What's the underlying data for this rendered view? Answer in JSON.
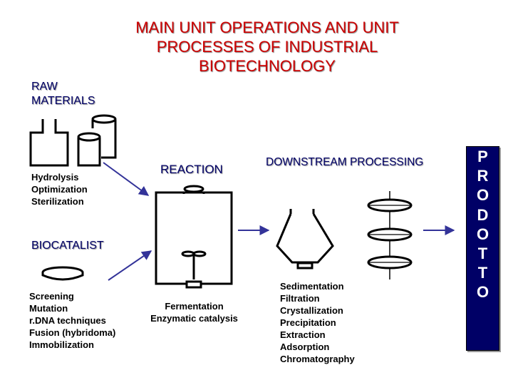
{
  "title": [
    "MAIN UNIT OPERATIONS AND UNIT",
    "PROCESSES OF INDUSTRIAL",
    "BIOTECHNOLOGY"
  ],
  "raw_materials": [
    "RAW",
    "MATERIALS"
  ],
  "raw_steps": [
    "Hydrolysis",
    "Optimization",
    "Sterilization"
  ],
  "biocatalist": "BIOCATALIST",
  "biocatalist_steps": [
    "Screening",
    "Mutation",
    "r.DNA techniques",
    "Fusion (hybridoma)",
    "Immobilization"
  ],
  "reaction": "REACTION",
  "reaction_steps": [
    "Fermentation",
    "Enzymatic catalysis"
  ],
  "downstream": "DOWNSTREAM PROCESSING",
  "downstream_steps": [
    "Sedimentation",
    "Filtration",
    "Crystallization",
    "Precipitation",
    "Extraction",
    "Adsorption",
    "Chromatography"
  ],
  "product_letters": [
    "P",
    "R",
    "O",
    "D",
    "O",
    "T",
    "T",
    "O"
  ],
  "colors": {
    "title": "#cc0000",
    "labels": "#000066",
    "arrows": "#333399",
    "product_box": "#000066"
  }
}
